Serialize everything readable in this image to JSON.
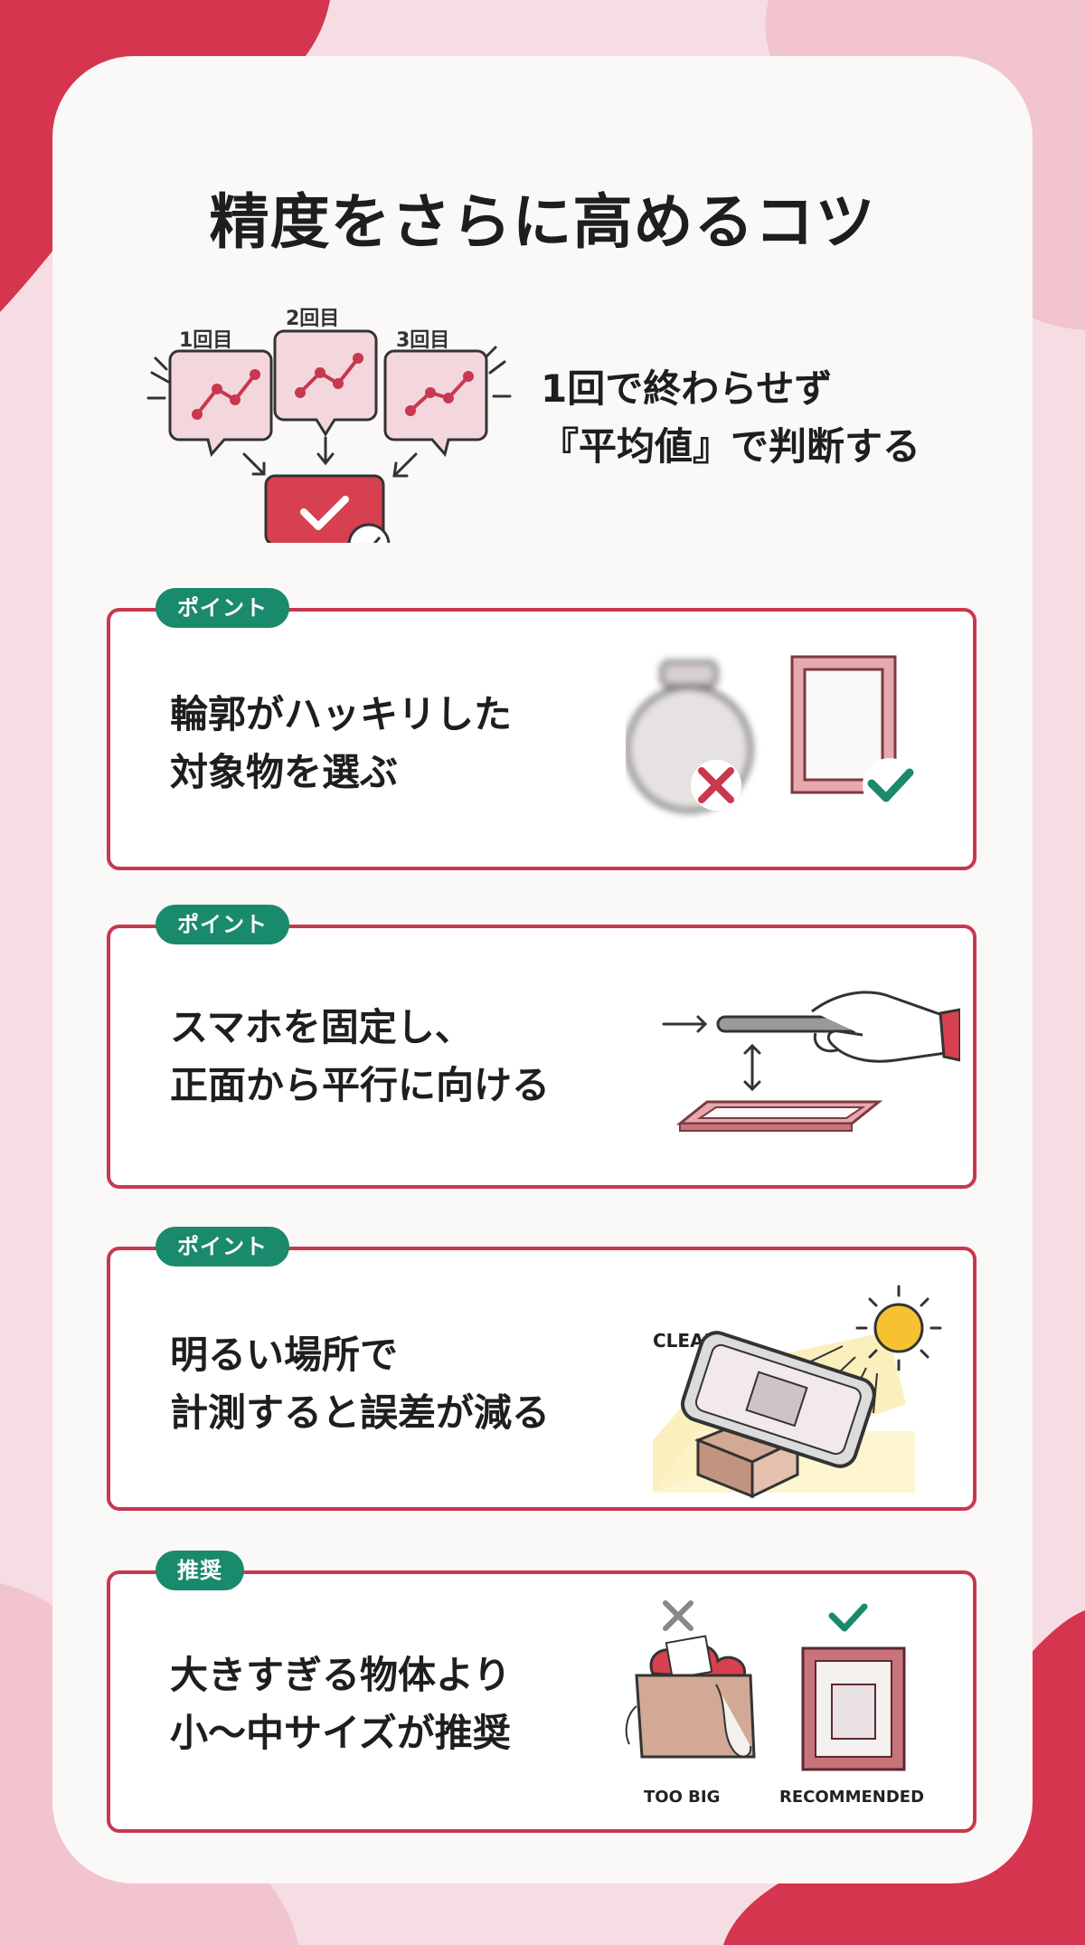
{
  "title": "精度をさらに高めるコツ",
  "hero": {
    "rounds": [
      "1回目",
      "2回目",
      "3回目"
    ],
    "line1": "1回で終わらせず",
    "line2": "『平均値』で判断する"
  },
  "cards": [
    {
      "badge": "ポイント",
      "line1": "輪郭がハッキリした",
      "line2": "対象物を選ぶ",
      "icons": [
        "blurred-jar-icon",
        "cross-mark-icon",
        "picture-frame-icon",
        "check-mark-icon"
      ]
    },
    {
      "badge": "ポイント",
      "line1": "スマホを固定し、",
      "line2": "正面から平行に向ける",
      "icons": [
        "hand-holding-phone-icon",
        "arrow-right-icon",
        "double-arrow-vertical-icon",
        "flat-frame-icon"
      ]
    },
    {
      "badge": "ポイント",
      "line1": "明るい場所で",
      "line2": "計測すると誤差が減る",
      "label": "CLEAR",
      "icons": [
        "sun-icon",
        "light-beam-icon",
        "phone-on-box-icon"
      ]
    },
    {
      "badge": "推奨",
      "line1": "大きすぎる物体より",
      "line2": "小〜中サイズが推奨",
      "label_left": "TOO BIG",
      "label_right": "RECOMMENDED",
      "icons": [
        "overflowing-box-icon",
        "cross-mark-icon",
        "picture-frame-icon",
        "check-mark-icon"
      ]
    }
  ],
  "colors": {
    "accent": "#c8384f",
    "badge": "#1a8a6c",
    "blob_dark": "#d6354f",
    "blob_light": "#f1c4cf",
    "panel": "#fbf8f8"
  }
}
